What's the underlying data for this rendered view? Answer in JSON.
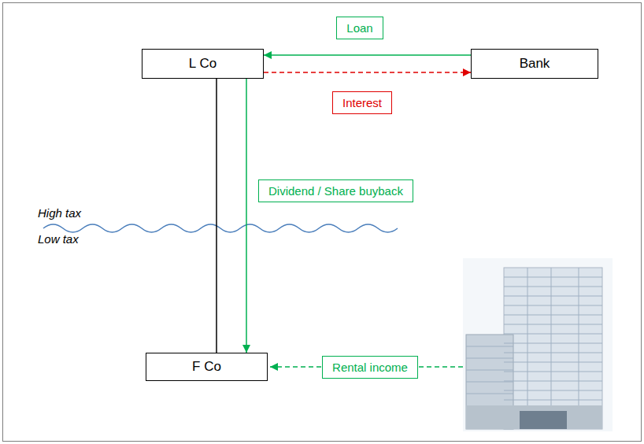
{
  "diagram": {
    "nodes": [
      {
        "text": [
          "L Co"
        ]
      },
      {
        "text": [
          "Bank"
        ]
      },
      {
        "text": [
          "F Co"
        ]
      }
    ],
    "edges": [
      {
        "from": 1,
        "to": 0,
        "arrow": "to",
        "label": "Loan"
      },
      {
        "from": 0,
        "to": 1,
        "arrow": "to",
        "label": "Interest"
      },
      {
        "from": 0,
        "to": 2,
        "arrow": "none"
      },
      {
        "from": 0,
        "to": 2,
        "arrow": "to",
        "label": "Dividend / Share buyback"
      }
    ],
    "labels": [
      "High tax",
      "Low tax",
      "Rental income"
    ]
  }
}
